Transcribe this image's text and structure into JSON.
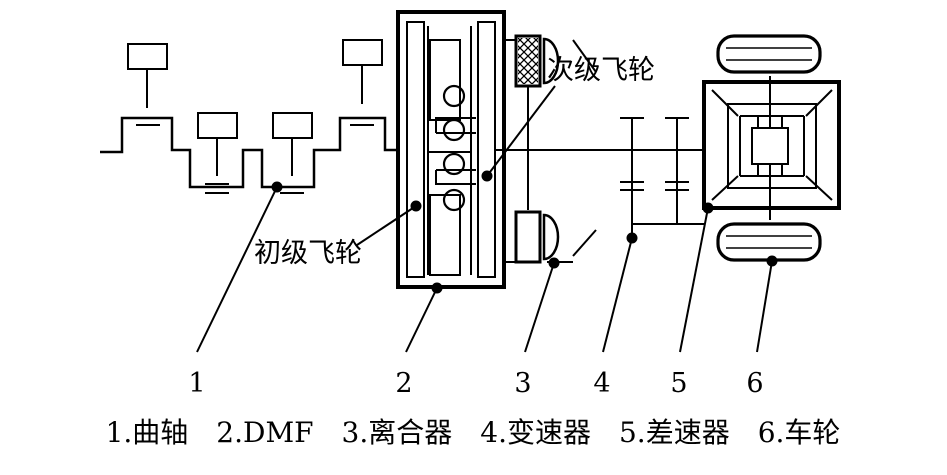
{
  "diagram": {
    "labels": {
      "primary_flywheel": "初级飞轮",
      "secondary_flywheel": "次级飞轮"
    },
    "numbers": [
      "1",
      "2",
      "3",
      "4",
      "5",
      "6"
    ],
    "caption": "1.曲轴　2.DMF　3.离合器　4.变速器　5.差速器　6.车轮"
  }
}
